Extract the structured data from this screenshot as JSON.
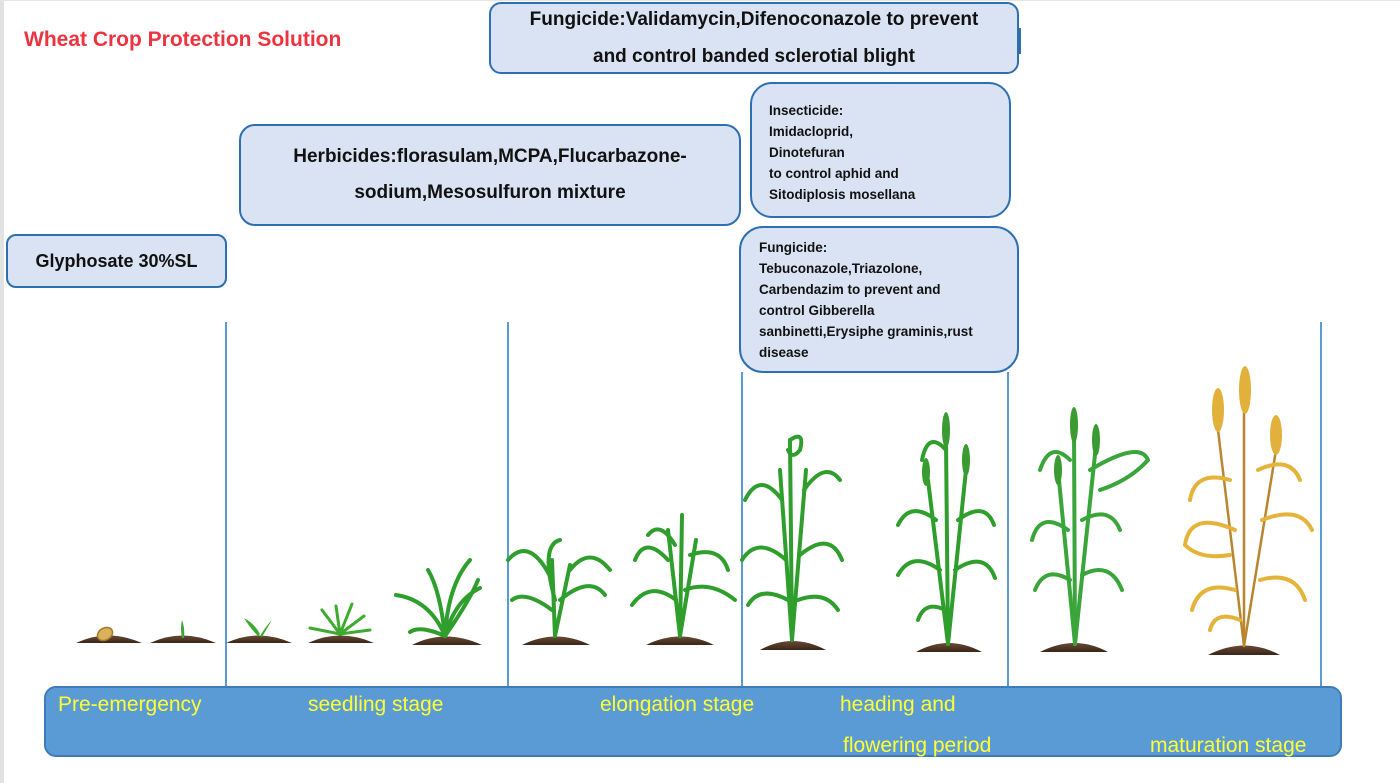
{
  "title": "Wheat Crop Protection Solution",
  "colors": {
    "title": "#ee3340",
    "box_fill": "#dae3f3",
    "box_border": "#2e6fb0",
    "stage_bar": "#5b9bd5",
    "stage_text": "#ffff33",
    "divider": "#5b9bd5"
  },
  "treatments": {
    "fungicide_blight": [
      "Fungicide:Validamycin,Difenoconazole to prevent",
      "and control banded sclerotial blight"
    ],
    "herbicides": [
      "Herbicides:florasulam,MCPA,Flucarbazone-",
      "sodium,Mesosulfuron mixture"
    ],
    "glyphosate": "Glyphosate 30%SL",
    "insecticide": [
      "Insecticide:",
      "Imidacloprid,",
      "Dinotefuran",
      "to control aphid and",
      "Sitodiplosis mosellana"
    ],
    "fungicide_rust": [
      "Fungicide:",
      "Tebuconazole,Triazolone,",
      "Carbendazim to prevent and",
      "control Gibberella",
      "sanbinetti,Erysiphe graminis,rust",
      "disease"
    ]
  },
  "stages": {
    "pre_emergency": "Pre-emergency",
    "seedling": "seedling stage",
    "elongation": "elongation stage",
    "heading_line1": "heading and",
    "heading_line2": "flowering period",
    "maturation": "maturation stage"
  },
  "plants": [
    {
      "name": "seed",
      "stage": "pre-emergency"
    },
    {
      "name": "sprout",
      "stage": "pre-emergency"
    },
    {
      "name": "seedling-small",
      "stage": "seedling"
    },
    {
      "name": "seedling-tuft",
      "stage": "seedling"
    },
    {
      "name": "tillering-plant",
      "stage": "seedling"
    },
    {
      "name": "jointing-plant-1",
      "stage": "elongation"
    },
    {
      "name": "jointing-plant-2",
      "stage": "elongation"
    },
    {
      "name": "booting-plant",
      "stage": "heading"
    },
    {
      "name": "heading-plant",
      "stage": "heading"
    },
    {
      "name": "flowering-plant",
      "stage": "maturation"
    },
    {
      "name": "mature-golden-plant",
      "stage": "maturation"
    }
  ]
}
